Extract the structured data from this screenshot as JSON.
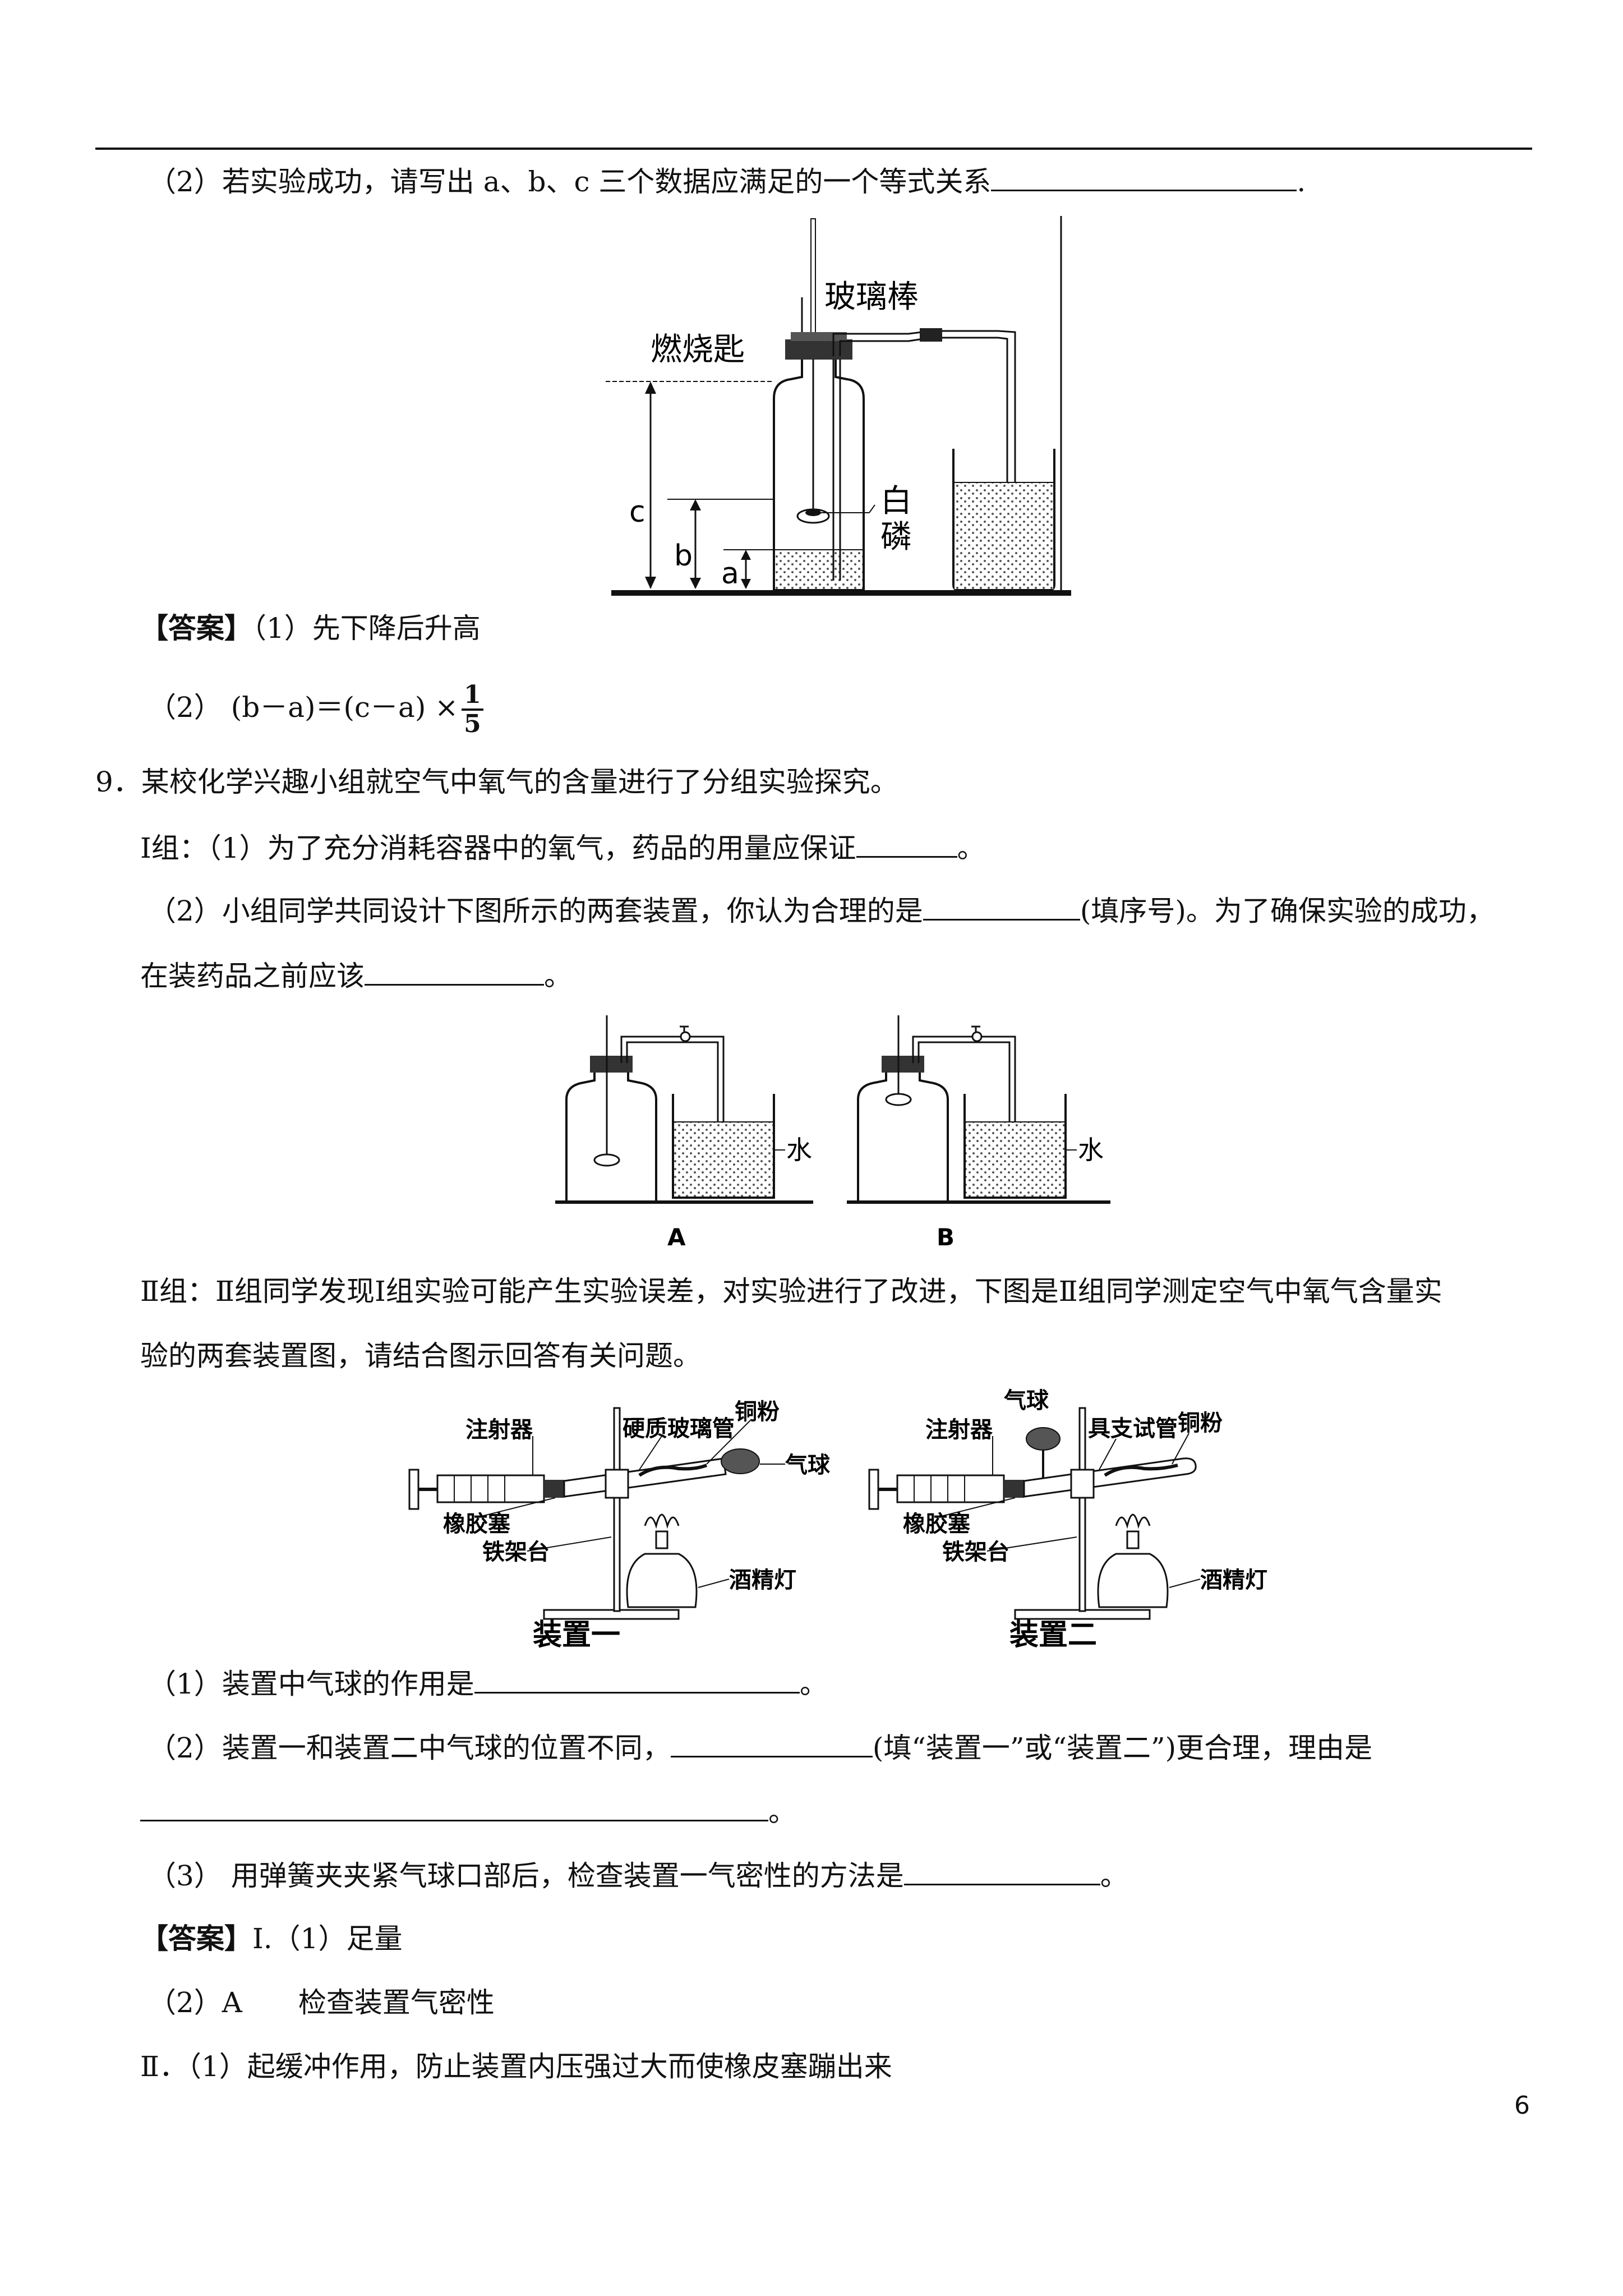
{
  "q8": {
    "part2": "（2）若实验成功，请写出 a、b、c 三个数据应满足的一个等式关系",
    "part2_end": ".",
    "figure_labels": {
      "glass_rod": "玻璃棒",
      "spoon": "燃烧匙",
      "phosphorus_1": "白",
      "phosphorus_2": "磷",
      "c": "c",
      "b": "b",
      "a": "a"
    },
    "answer_tag": "【答案】",
    "answer_1": "（1）先下降后升高",
    "answer_2_text": "（2） (b－a)＝(c－a) ×",
    "answer_2_num": "1",
    "answer_2_den": "5"
  },
  "q9": {
    "stem": "9．某校化学兴趣小组就空气中氧气的含量进行了分组实验探究。",
    "g1_q1": "Ⅰ组：（1）为了充分消耗容器中的氧气，药品的用量应保证",
    "g1_q1_end": "。",
    "g1_q2": "（2）小组同学共同设计下图所示的两套装置，你认为合理的是",
    "g1_q2_mid": "(填序号)。为了确保实验的成功，",
    "g1_q2_line2": "在装药品之前应该",
    "g1_q2_end": "。",
    "figAB_labels": {
      "water": "水",
      "A": "A",
      "B": "B"
    },
    "g2_intro_1": "Ⅱ组：Ⅱ组同学发现Ⅰ组实验可能产生实验误差，对实验进行了改进，下图是Ⅱ组同学测定空气中氧气含量实",
    "g2_intro_2": "验的两套装置图，请结合图示回答有关问题。",
    "dev1_labels": {
      "syringe": "注射器",
      "tube": "硬质玻璃管",
      "copper": "铜粉",
      "balloon": "气球",
      "stopper": "橡胶塞",
      "stand": "铁架台",
      "lamp": "酒精灯",
      "caption": "装置一"
    },
    "dev2_labels": {
      "balloon": "气球",
      "syringe": "注射器",
      "tube": "具支试管",
      "copper": "铜粉",
      "stopper": "橡胶塞",
      "stand": "铁架台",
      "lamp": "酒精灯",
      "caption": "装置二"
    },
    "g2_q1": "（1）装置中气球的作用是",
    "g2_q1_end": "。",
    "g2_q2": "（2）装置一和装置二中气球的位置不同，",
    "g2_q2_mid": "(填“装置一”或“装置二”)更合理，理由是",
    "g2_q2_end": "。",
    "g2_q3": "（3） 用弹簧夹夹紧气球口部后，检查装置一气密性的方法是",
    "g2_q3_end": "。",
    "answer_tag": "【答案】",
    "answer_1": "Ⅰ.（1）足量",
    "answer_2": "（2）A　　检查装置气密性",
    "answer_3": "Ⅱ．（1）起缓冲作用，防止装置内压强过大而使橡皮塞蹦出来"
  },
  "page_number": "6"
}
